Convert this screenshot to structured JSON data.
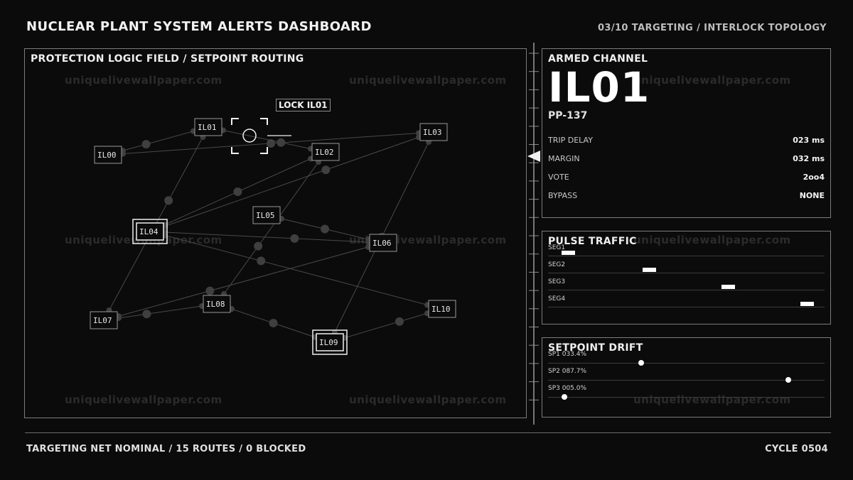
{
  "header": {
    "title": "NUCLEAR PLANT SYSTEM ALERTS DASHBOARD",
    "context": "03/10 TARGETING / INTERLOCK TOPOLOGY"
  },
  "field": {
    "title": "PROTECTION LOGIC FIELD / SETPOINT ROUTING",
    "lock_label": "LOCK IL01",
    "nodes": [
      {
        "id": "IL00",
        "selected": false
      },
      {
        "id": "IL01",
        "selected": false
      },
      {
        "id": "IL02",
        "selected": false
      },
      {
        "id": "IL03",
        "selected": false
      },
      {
        "id": "IL04",
        "selected": true
      },
      {
        "id": "IL05",
        "selected": false
      },
      {
        "id": "IL06",
        "selected": false
      },
      {
        "id": "IL07",
        "selected": false
      },
      {
        "id": "IL08",
        "selected": false
      },
      {
        "id": "IL09",
        "selected": true
      },
      {
        "id": "IL10",
        "selected": false
      }
    ],
    "routes": [
      [
        "IL00",
        "IL01"
      ],
      [
        "IL00",
        "IL03"
      ],
      [
        "IL01",
        "IL02"
      ],
      [
        "IL01",
        "IL07"
      ],
      [
        "IL02",
        "IL04"
      ],
      [
        "IL02",
        "IL08"
      ],
      [
        "IL03",
        "IL04"
      ],
      [
        "IL03",
        "IL09"
      ],
      [
        "IL04",
        "IL06"
      ],
      [
        "IL04",
        "IL10"
      ],
      [
        "IL05",
        "IL06"
      ],
      [
        "IL06",
        "IL07"
      ],
      [
        "IL07",
        "IL08"
      ],
      [
        "IL08",
        "IL09"
      ],
      [
        "IL09",
        "IL10"
      ]
    ]
  },
  "armed": {
    "title": "ARMED CHANNEL",
    "id": "IL01",
    "code": "PP-137",
    "rows": [
      {
        "key": "TRIP DELAY",
        "value": "023 ms"
      },
      {
        "key": "MARGIN",
        "value": "032 ms"
      },
      {
        "key": "VOTE",
        "value": "2oo4"
      },
      {
        "key": "BYPASS",
        "value": "NONE"
      }
    ]
  },
  "pulse": {
    "title": "PULSE TRAFFIC",
    "segments": [
      {
        "label": "SEG1",
        "position": 0.05
      },
      {
        "label": "SEG2",
        "position": 0.36
      },
      {
        "label": "SEG3",
        "position": 0.66
      },
      {
        "label": "SEG4",
        "position": 0.96
      }
    ]
  },
  "drift": {
    "title": "SETPOINT DRIFT",
    "setpoints": [
      {
        "label": "SP1 033.4%",
        "value": 0.334
      },
      {
        "label": "SP2 087.7%",
        "value": 0.877
      },
      {
        "label": "SP3 005.0%",
        "value": 0.05
      }
    ]
  },
  "watermark": "uniquelivewallpaper.com",
  "footer": {
    "status": "TARGETING NET NOMINAL / 15 ROUTES / 0 BLOCKED",
    "cycle": "CYCLE 0504"
  },
  "colors": {
    "background": "#0b0b0b",
    "panel_border": "#7c7c7c",
    "route": "#4a4a4a",
    "route_dot": "#3f3f3f",
    "accent": "#ffffff"
  }
}
